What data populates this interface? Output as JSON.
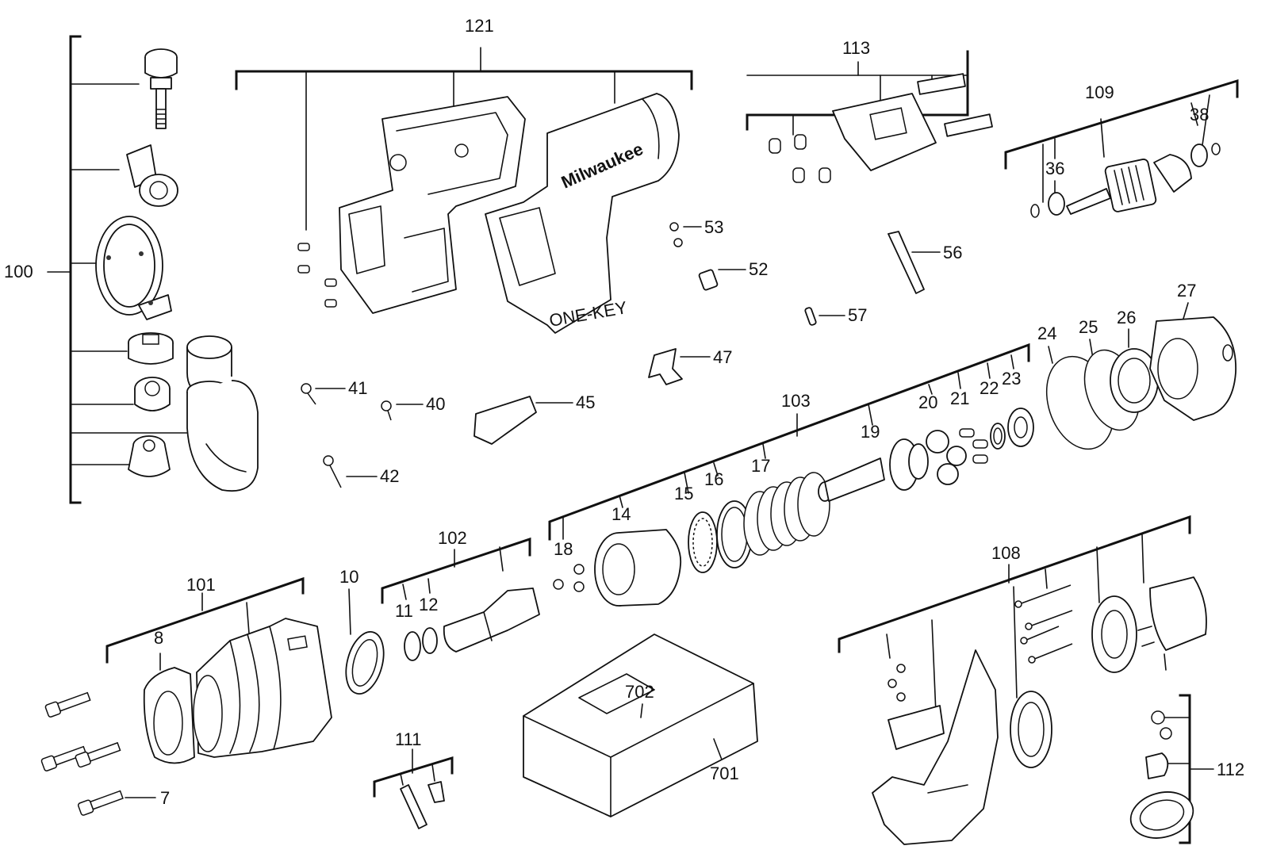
{
  "labels": {
    "p100": "100",
    "p121": "121",
    "p113": "113",
    "p109": "109",
    "p38": "38",
    "p36": "36",
    "p53": "53",
    "p52": "52",
    "p56": "56",
    "p57": "57",
    "p47": "47",
    "p41": "41",
    "p40": "40",
    "p45": "45",
    "p42": "42",
    "p103": "103",
    "p27": "27",
    "p24": "24",
    "p25": "25",
    "p26": "26",
    "p20": "20",
    "p21": "21",
    "p22": "22",
    "p23": "23",
    "p19": "19",
    "p15": "15",
    "p16": "16",
    "p17": "17",
    "p14": "14",
    "p18": "18",
    "p102": "102",
    "p101": "101",
    "p10": "10",
    "p11": "11",
    "p12": "12",
    "p8": "8",
    "p7": "7",
    "p108": "108",
    "p702": "702",
    "p701": "701",
    "p111": "111",
    "p112": "112"
  },
  "texts": {
    "housing_brand": "Milwaukee",
    "housing_badge": "ONE-KEY"
  }
}
